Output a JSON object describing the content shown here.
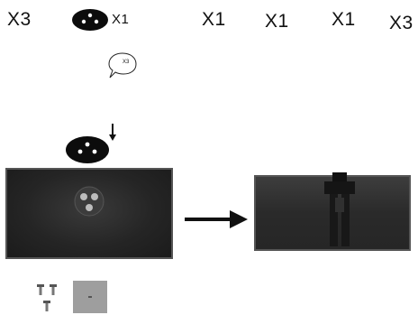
{
  "parts": {
    "screw_qty": "X3",
    "base_qty": "X1",
    "part3_qty": "X1",
    "part4_qty": "X1",
    "part5_qty": "X1",
    "part6_qty": "X3"
  },
  "callout": {
    "screw_count": "X3"
  },
  "icons": {
    "screw": "screw-icon",
    "base_plate": "base-plate-icon",
    "arrow_down": "arrow-down-icon",
    "arrow_right": "arrow-right-icon",
    "monitor_front": "monitor-front-icon",
    "monitor_back": "monitor-back-icon"
  },
  "colors": {
    "ink": "#111111",
    "screen": "#2a2a2a",
    "base_plate": "#0c0c0c"
  }
}
